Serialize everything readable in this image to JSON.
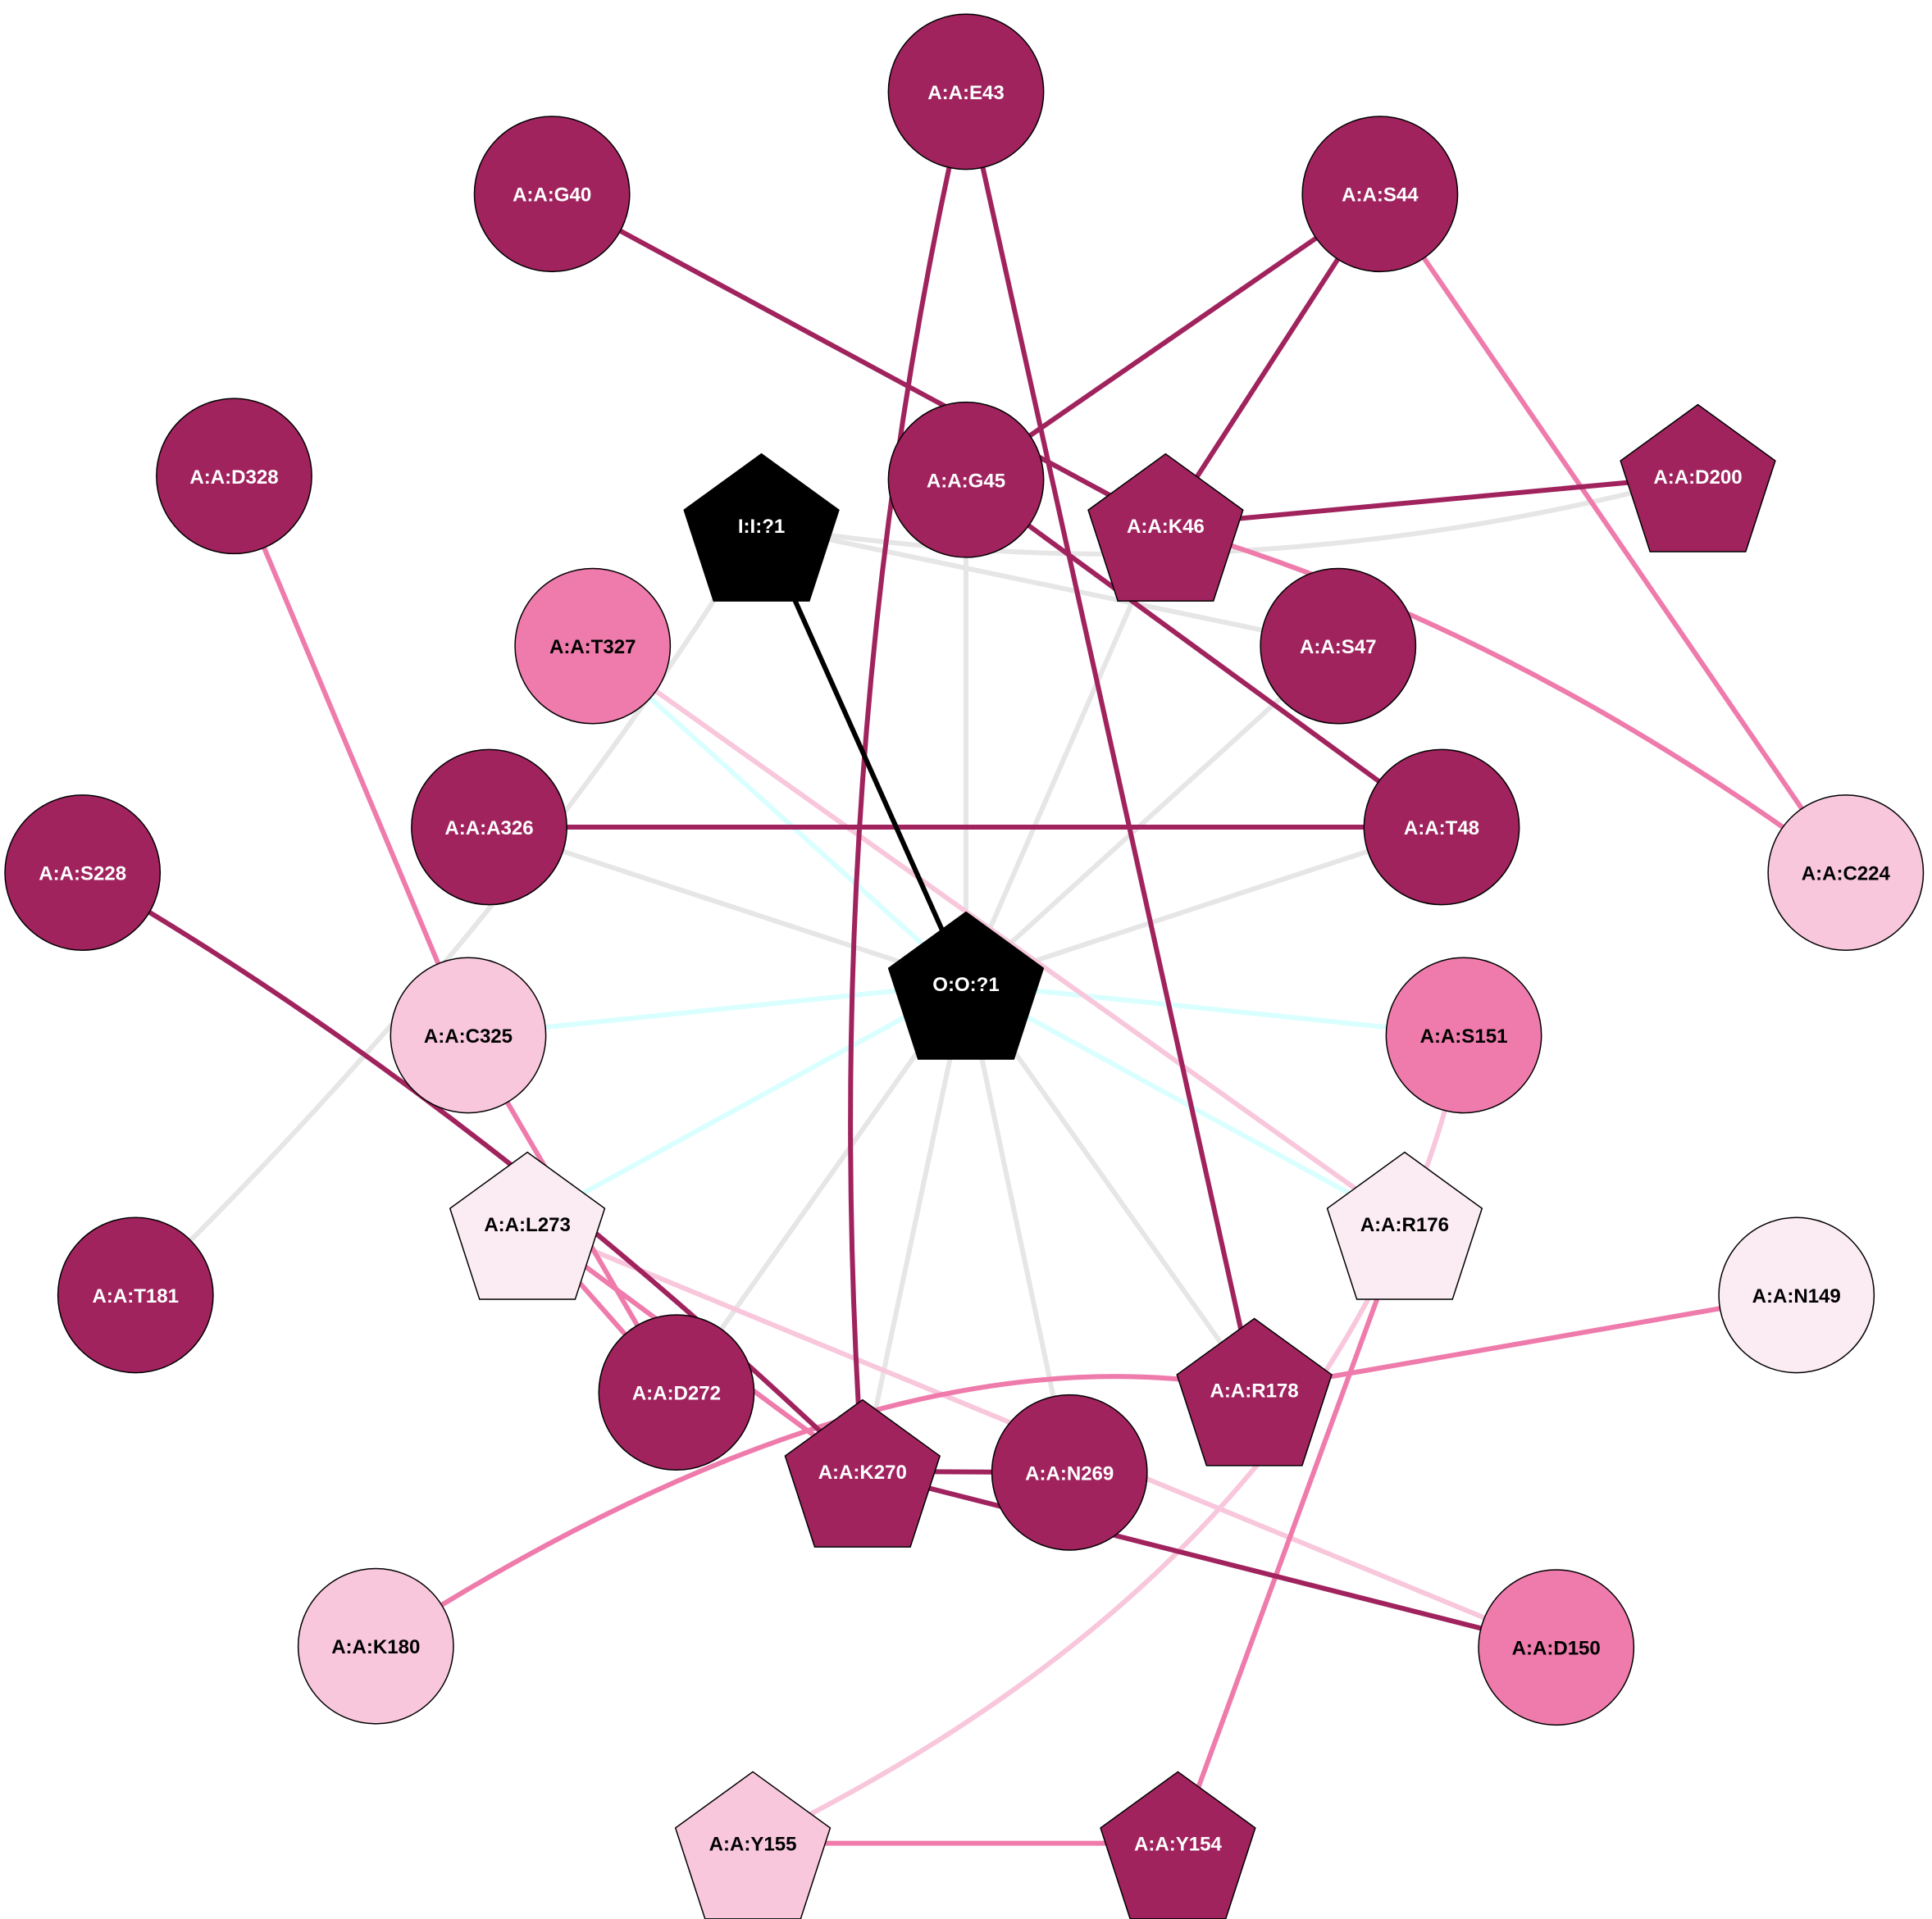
{
  "colors": {
    "dark": "#A0235E",
    "mid": "#EE7BAB",
    "light": "#F8C7DC",
    "pale": "#FBEBF2",
    "ligand": "#000000",
    "edge_gray": "#E6E6E6",
    "edge_cyan": "#D9FFFF"
  },
  "nodes": [
    {
      "id": "E43",
      "label": "A:A:E43",
      "shape": "circle",
      "color": "dark"
    },
    {
      "id": "G40",
      "label": "A:A:G40",
      "shape": "circle",
      "color": "dark"
    },
    {
      "id": "S44",
      "label": "A:A:S44",
      "shape": "circle",
      "color": "dark"
    },
    {
      "id": "D328",
      "label": "A:A:D328",
      "shape": "circle",
      "color": "dark"
    },
    {
      "id": "G45",
      "label": "A:A:G45",
      "shape": "circle",
      "color": "dark"
    },
    {
      "id": "K46",
      "label": "A:A:K46",
      "shape": "pentagon",
      "color": "dark"
    },
    {
      "id": "D200",
      "label": "A:A:D200",
      "shape": "pentagon",
      "color": "dark"
    },
    {
      "id": "I1",
      "label": "I:I:?1",
      "shape": "pentagon",
      "color": "ligand"
    },
    {
      "id": "T327",
      "label": "A:A:T327",
      "shape": "circle",
      "color": "mid"
    },
    {
      "id": "S47",
      "label": "A:A:S47",
      "shape": "circle",
      "color": "dark"
    },
    {
      "id": "A326",
      "label": "A:A:A326",
      "shape": "circle",
      "color": "dark"
    },
    {
      "id": "T48",
      "label": "A:A:T48",
      "shape": "circle",
      "color": "dark"
    },
    {
      "id": "S228",
      "label": "A:A:S228",
      "shape": "circle",
      "color": "dark"
    },
    {
      "id": "C224",
      "label": "A:A:C224",
      "shape": "circle",
      "color": "light"
    },
    {
      "id": "O1",
      "label": "O:O:?1",
      "shape": "pentagon",
      "color": "ligand"
    },
    {
      "id": "C325",
      "label": "A:A:C325",
      "shape": "circle",
      "color": "light"
    },
    {
      "id": "S151",
      "label": "A:A:S151",
      "shape": "circle",
      "color": "mid"
    },
    {
      "id": "L273",
      "label": "A:A:L273",
      "shape": "pentagon",
      "color": "pale"
    },
    {
      "id": "R176",
      "label": "A:A:R176",
      "shape": "pentagon",
      "color": "pale"
    },
    {
      "id": "T181",
      "label": "A:A:T181",
      "shape": "circle",
      "color": "dark"
    },
    {
      "id": "N149",
      "label": "A:A:N149",
      "shape": "circle",
      "color": "pale"
    },
    {
      "id": "D272",
      "label": "A:A:D272",
      "shape": "circle",
      "color": "dark"
    },
    {
      "id": "R178",
      "label": "A:A:R178",
      "shape": "pentagon",
      "color": "dark"
    },
    {
      "id": "K270",
      "label": "A:A:K270",
      "shape": "pentagon",
      "color": "dark"
    },
    {
      "id": "N269",
      "label": "A:A:N269",
      "shape": "circle",
      "color": "dark"
    },
    {
      "id": "K180",
      "label": "A:A:K180",
      "shape": "circle",
      "color": "light"
    },
    {
      "id": "D150",
      "label": "A:A:D150",
      "shape": "circle",
      "color": "mid"
    },
    {
      "id": "Y155",
      "label": "A:A:Y155",
      "shape": "pentagon",
      "color": "light"
    },
    {
      "id": "Y154",
      "label": "A:A:Y154",
      "shape": "pentagon",
      "color": "dark"
    }
  ],
  "edges": [
    {
      "s": "I1",
      "t": "S47",
      "color": "edge_gray"
    },
    {
      "s": "I1",
      "t": "D200",
      "color": "edge_gray"
    },
    {
      "s": "I1",
      "t": "T181",
      "color": "edge_gray"
    },
    {
      "s": "O1",
      "t": "G45",
      "color": "edge_gray"
    },
    {
      "s": "O1",
      "t": "K46",
      "color": "edge_gray"
    },
    {
      "s": "O1",
      "t": "S47",
      "color": "edge_gray"
    },
    {
      "s": "O1",
      "t": "T48",
      "color": "edge_gray"
    },
    {
      "s": "O1",
      "t": "A326",
      "color": "edge_gray"
    },
    {
      "s": "O1",
      "t": "D272",
      "color": "edge_gray"
    },
    {
      "s": "O1",
      "t": "K270",
      "color": "edge_gray"
    },
    {
      "s": "O1",
      "t": "N269",
      "color": "edge_gray"
    },
    {
      "s": "O1",
      "t": "R178",
      "color": "edge_gray"
    },
    {
      "s": "O1",
      "t": "T327",
      "color": "edge_cyan"
    },
    {
      "s": "O1",
      "t": "C325",
      "color": "edge_cyan"
    },
    {
      "s": "O1",
      "t": "S151",
      "color": "edge_cyan"
    },
    {
      "s": "O1",
      "t": "L273",
      "color": "edge_cyan"
    },
    {
      "s": "O1",
      "t": "R176",
      "color": "edge_cyan"
    },
    {
      "s": "T327",
      "t": "R176",
      "color": "light"
    },
    {
      "s": "S151",
      "t": "Y155",
      "color": "light"
    },
    {
      "s": "L273",
      "t": "D150",
      "color": "light"
    },
    {
      "s": "D328",
      "t": "C325",
      "color": "mid"
    },
    {
      "s": "S44",
      "t": "C224",
      "color": "mid"
    },
    {
      "s": "K46",
      "t": "C224",
      "color": "mid"
    },
    {
      "s": "C325",
      "t": "D272",
      "color": "mid"
    },
    {
      "s": "L273",
      "t": "D272",
      "color": "mid"
    },
    {
      "s": "L273",
      "t": "K270",
      "color": "mid"
    },
    {
      "s": "K180",
      "t": "R178",
      "color": "mid"
    },
    {
      "s": "R178",
      "t": "N149",
      "color": "mid"
    },
    {
      "s": "R176",
      "t": "Y154",
      "color": "mid"
    },
    {
      "s": "Y155",
      "t": "Y154",
      "color": "mid"
    },
    {
      "s": "G40",
      "t": "K46",
      "color": "dark"
    },
    {
      "s": "E43",
      "t": "K270",
      "color": "dark"
    },
    {
      "s": "E43",
      "t": "R178",
      "color": "dark"
    },
    {
      "s": "S44",
      "t": "G45",
      "color": "dark"
    },
    {
      "s": "S44",
      "t": "K46",
      "color": "dark"
    },
    {
      "s": "K46",
      "t": "D200",
      "color": "dark"
    },
    {
      "s": "G45",
      "t": "T48",
      "color": "dark"
    },
    {
      "s": "A326",
      "t": "T48",
      "color": "dark"
    },
    {
      "s": "S228",
      "t": "K270",
      "color": "dark"
    },
    {
      "s": "K270",
      "t": "N269",
      "color": "dark"
    },
    {
      "s": "K270",
      "t": "D150",
      "color": "dark"
    },
    {
      "s": "I1",
      "t": "O1",
      "color": "ligand"
    }
  ]
}
